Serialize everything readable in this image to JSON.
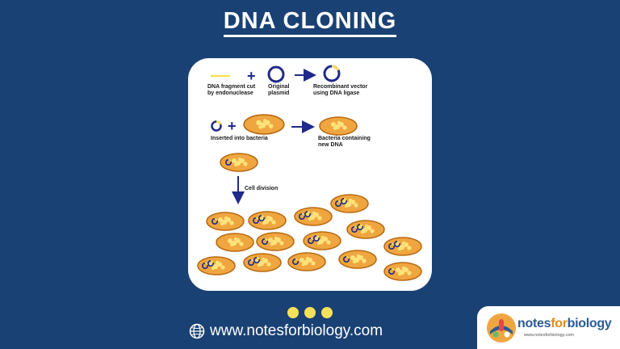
{
  "title": "DNA CLONING",
  "diagram": {
    "labels": {
      "fragment": "DNA fragment cut\nby endonuclease",
      "plasmid": "Original\nplasmid",
      "recombinant": "Recombinant vector\nusing DNA ligase",
      "inserted": "Inserted into bacteria",
      "containing": "Bacteria containing\nnew DNA",
      "division": "Cell division"
    },
    "symbols": {
      "plus": "+"
    }
  },
  "footer": {
    "website": "www.notesforbiology.com",
    "globe_icon": "globe-icon",
    "dot_color": "#f4e15a"
  },
  "logo": {
    "part1": "notes",
    "part2": "for",
    "part3": "biology",
    "sub": "www.notesforbiology.com"
  },
  "colors": {
    "background": "#1a4173",
    "plasmid": "#1f2a8a",
    "fragment": "#f4e15a",
    "bacteria_fill": "#f0a640",
    "bacteria_border": "#b86a12"
  }
}
